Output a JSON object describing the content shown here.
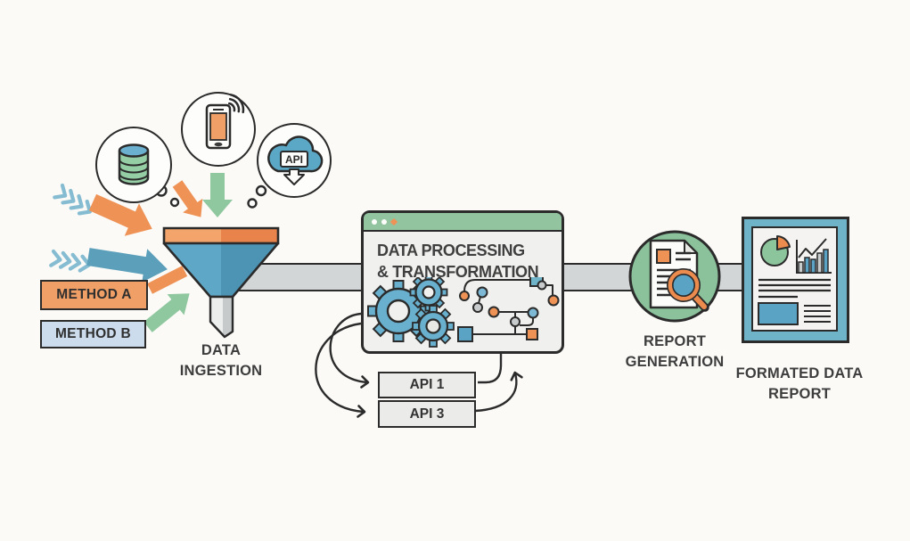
{
  "diagram": {
    "sources": {
      "cloud_api_label": "API"
    },
    "ingestion": {
      "method_a": "METHOD A",
      "method_b": "METHOD B",
      "caption": [
        "DATA",
        "INGESTION"
      ]
    },
    "processing": {
      "title": [
        "DATA PROCESSING",
        "& TRANSFORMATION"
      ],
      "api_boxes": [
        "API 1",
        "API 3"
      ]
    },
    "report_generation": {
      "caption": [
        "REPORT",
        "GENERATION"
      ]
    },
    "formatted_report": {
      "caption": [
        "FORMATED DATA",
        "REPORT"
      ]
    }
  },
  "colors": {
    "background": "#fbfaf7",
    "outline": "#2b2b2b",
    "orange": "#ef9255",
    "orange_dark": "#e8834b",
    "green": "#8fc79e",
    "titlebar_green": "#92c4a0",
    "report_circle_green": "#8bc29b",
    "teal": "#5ba3c5",
    "teal_arrow": "#5b9fba",
    "chevron_teal": "#85bcd1",
    "funnel_blue_left": "#5fa7c6",
    "funnel_blue_right": "#4d93b4",
    "pipe_gray": "#d3d6d6",
    "window_bg": "#f0f0ee",
    "method_b_fill": "#ccdcec",
    "api_box_fill": "#ebebe9",
    "frame_teal": "#6fb3c8",
    "page_bg": "#f4f3f1"
  }
}
